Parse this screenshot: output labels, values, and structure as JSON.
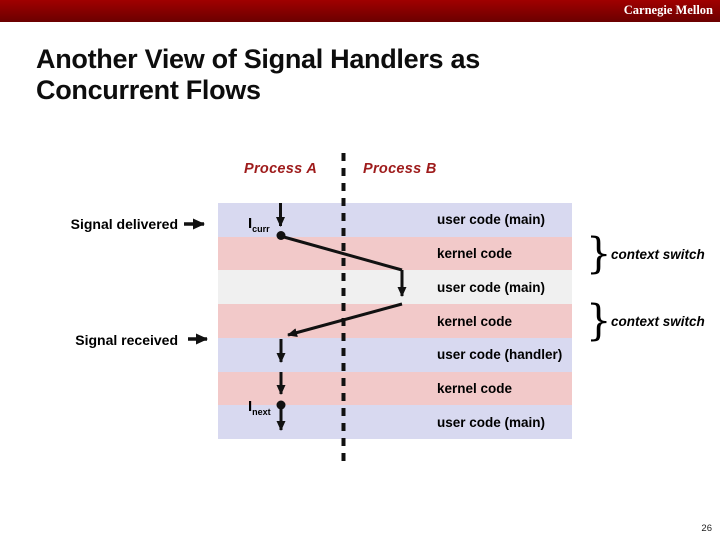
{
  "slide": {
    "brand": "Carnegie Mellon",
    "title_line1": "Another View of Signal Handlers as",
    "title_line2": "Concurrent Flows",
    "page_number": "26"
  },
  "diagram": {
    "process_a_label": "Process A",
    "process_b_label": "Process B",
    "signal_delivered_label": "Signal delivered",
    "signal_received_label": "Signal received",
    "icurr": {
      "base": "I",
      "sub": "curr"
    },
    "inext": {
      "base": "I",
      "sub": "next"
    },
    "bands": [
      {
        "label": "user code (main)"
      },
      {
        "label": "kernel code"
      },
      {
        "label": "user code (main)"
      },
      {
        "label": "kernel code"
      },
      {
        "label": "user code (handler)"
      },
      {
        "label": "kernel code"
      },
      {
        "label": "user code (main)"
      }
    ],
    "context_switches": [
      "context switch",
      "context switch"
    ],
    "brace_glyph": "}"
  },
  "colors": {
    "header-red-top": "#A00000",
    "header-red-bottom": "#6B0000",
    "process-red": "#9E1B1B",
    "band-user": "#D8D9F0",
    "band-kernel": "#F2C9C9",
    "band-gray": "#F0F0F0",
    "flow-black": "#111111"
  }
}
